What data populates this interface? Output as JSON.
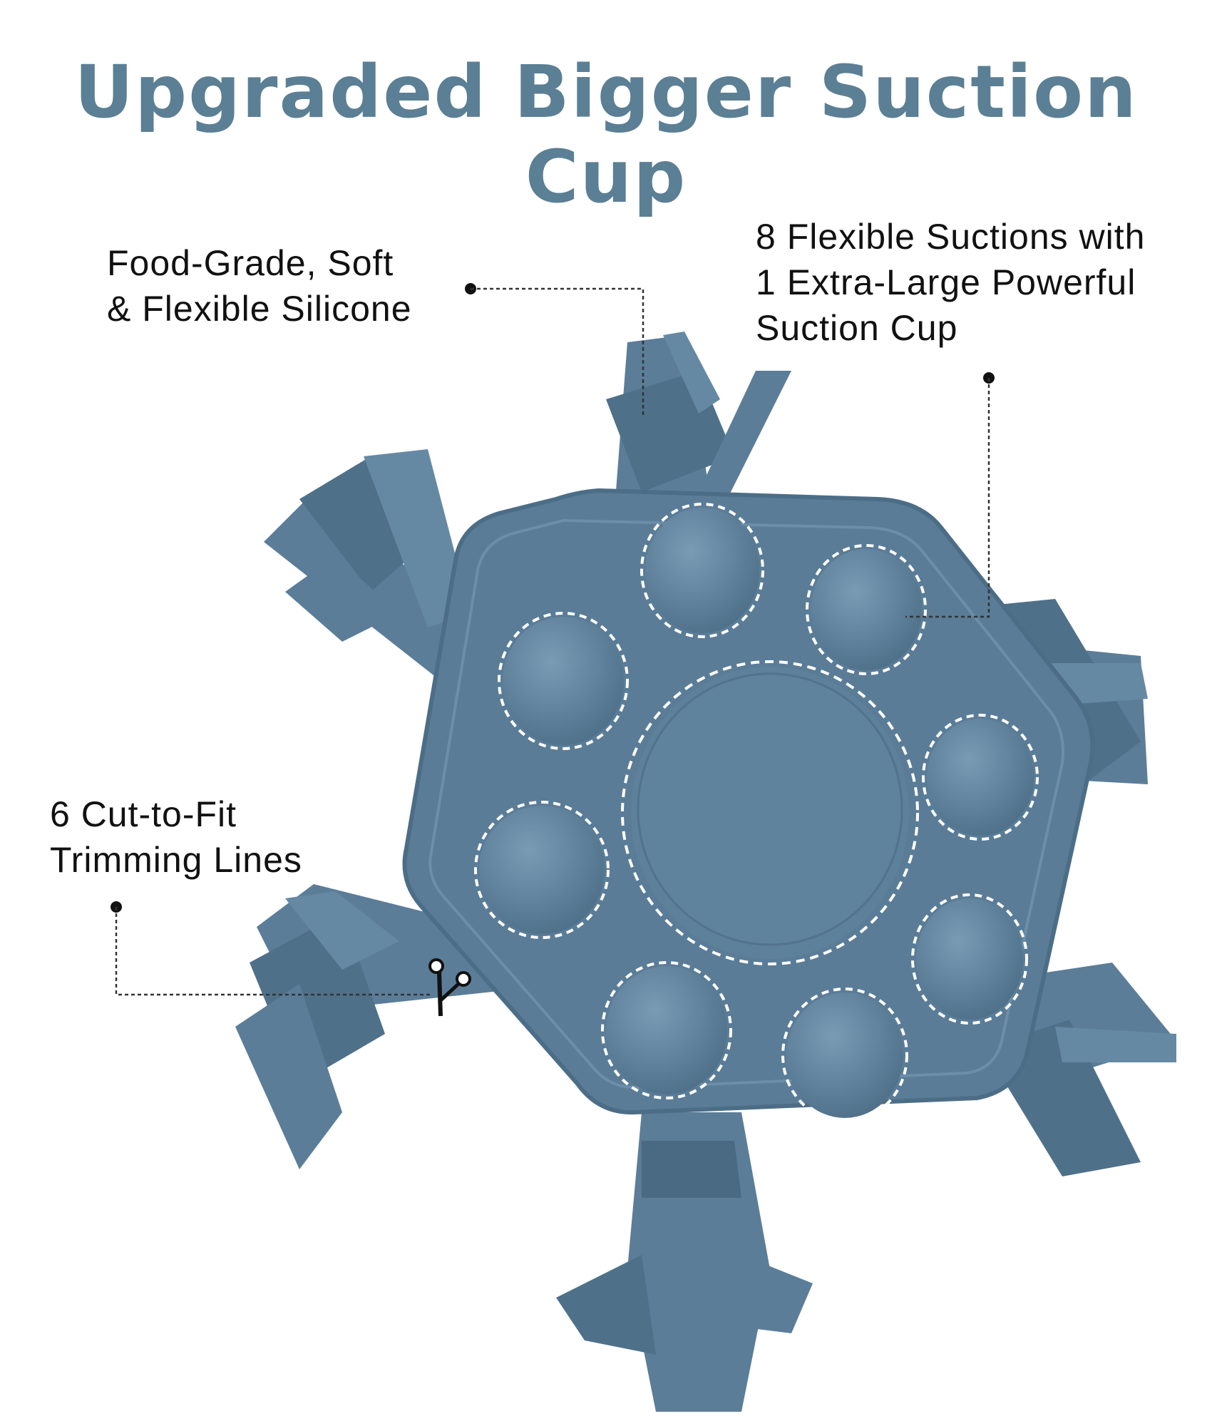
{
  "title": "Upgraded Bigger Suction Cup",
  "colors": {
    "title": "#5b7f94",
    "silicone": "#5b7d98",
    "silicone_dark": "#4a6a84",
    "silicone_light": "#7193ae",
    "leader": "#222222",
    "outline": "#ffffff"
  },
  "callouts": {
    "material": {
      "lines": [
        "Food-Grade, Soft",
        "& Flexible Silicone"
      ]
    },
    "suctions": {
      "lines": [
        "8 Flexible Suctions with",
        "1 Extra-Large Powerful",
        "Suction Cup"
      ]
    },
    "trim": {
      "lines": [
        "6 Cut-to-Fit",
        "Trimming Lines"
      ]
    }
  },
  "product": {
    "small_suction_cups": 8,
    "large_suction_cups": 1,
    "trimming_lines": 6,
    "icon": "scissors-icon"
  }
}
